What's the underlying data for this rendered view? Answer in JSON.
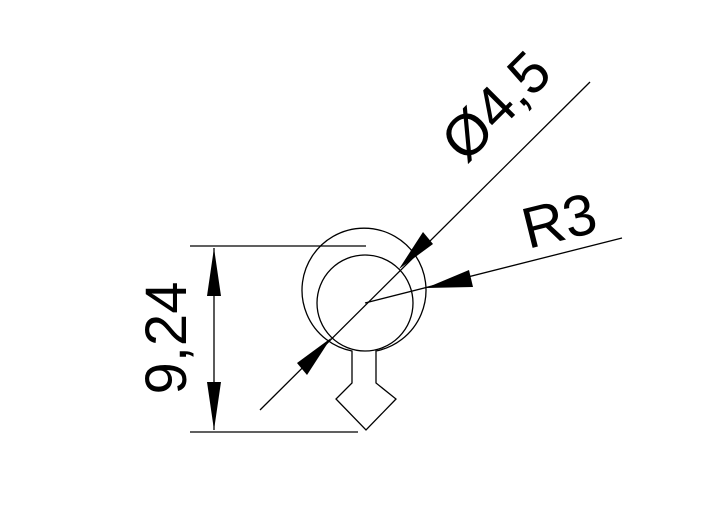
{
  "drawing": {
    "dimensions": {
      "height_label": "9,24",
      "diameter_label": "Ø4,5",
      "radius_label": "R3"
    },
    "colors": {
      "line": "#000000",
      "background": "#ffffff"
    }
  }
}
